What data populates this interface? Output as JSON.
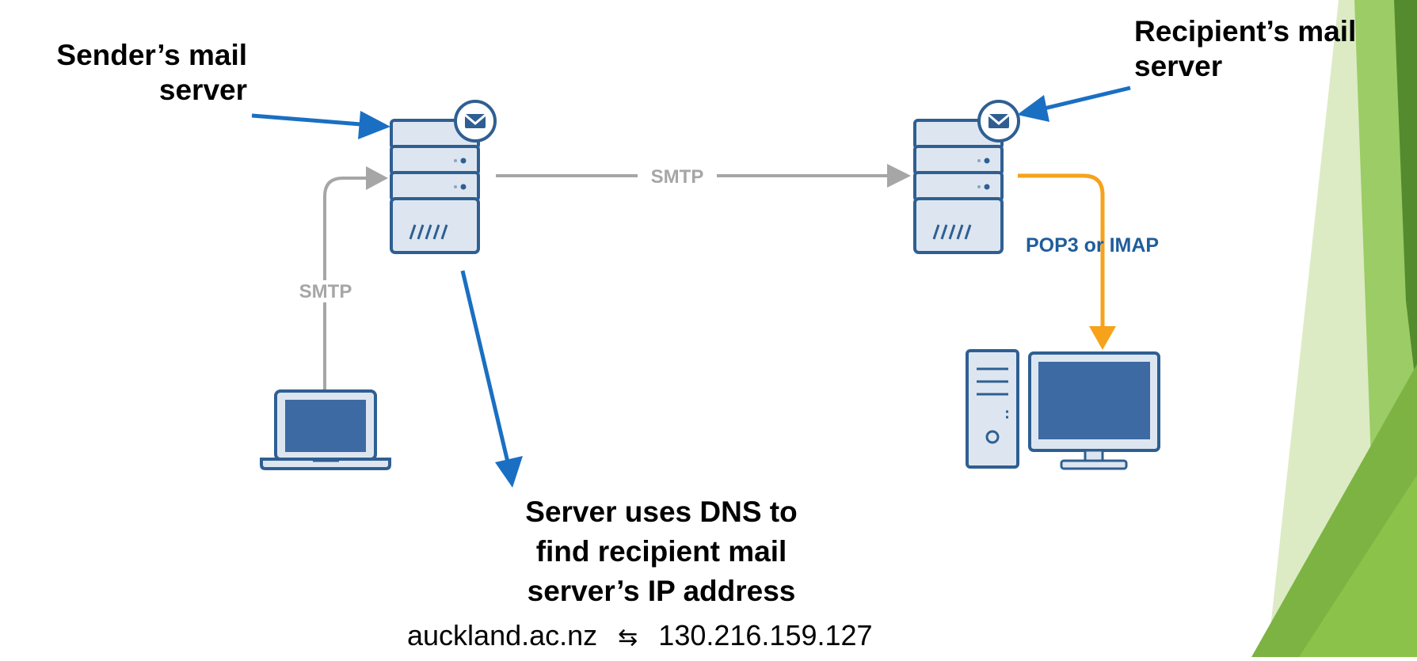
{
  "labels": {
    "sender_line1": "Sender’s mail",
    "sender_line2": "server",
    "recipient_line1": "Recipient’s mail",
    "recipient_line2": "server",
    "dns_line1": "Server uses DNS to",
    "dns_line2": "find recipient mail",
    "dns_line3": "server’s IP address"
  },
  "connections": {
    "smtp_top": "SMTP",
    "smtp_left": "SMTP",
    "pop_imap": "POP3 or IMAP"
  },
  "dns_lookup": {
    "domain": "auckland.ac.nz",
    "arrows": "⇆",
    "ip": "130.216.159.127"
  },
  "colors": {
    "callout_arrow": "#1a6fc2",
    "smtp_line": "#a6a6a6",
    "pop_line": "#f7a21b",
    "pop_text": "#1f5d9c",
    "icon_fill": "#dde6f0",
    "icon_stroke": "#2f5f92",
    "screen": "#3d6aa3",
    "deco_green": "#7cb342"
  },
  "icons": [
    "server-icon",
    "mail-badge-icon",
    "laptop-icon",
    "desktop-computer-icon"
  ]
}
